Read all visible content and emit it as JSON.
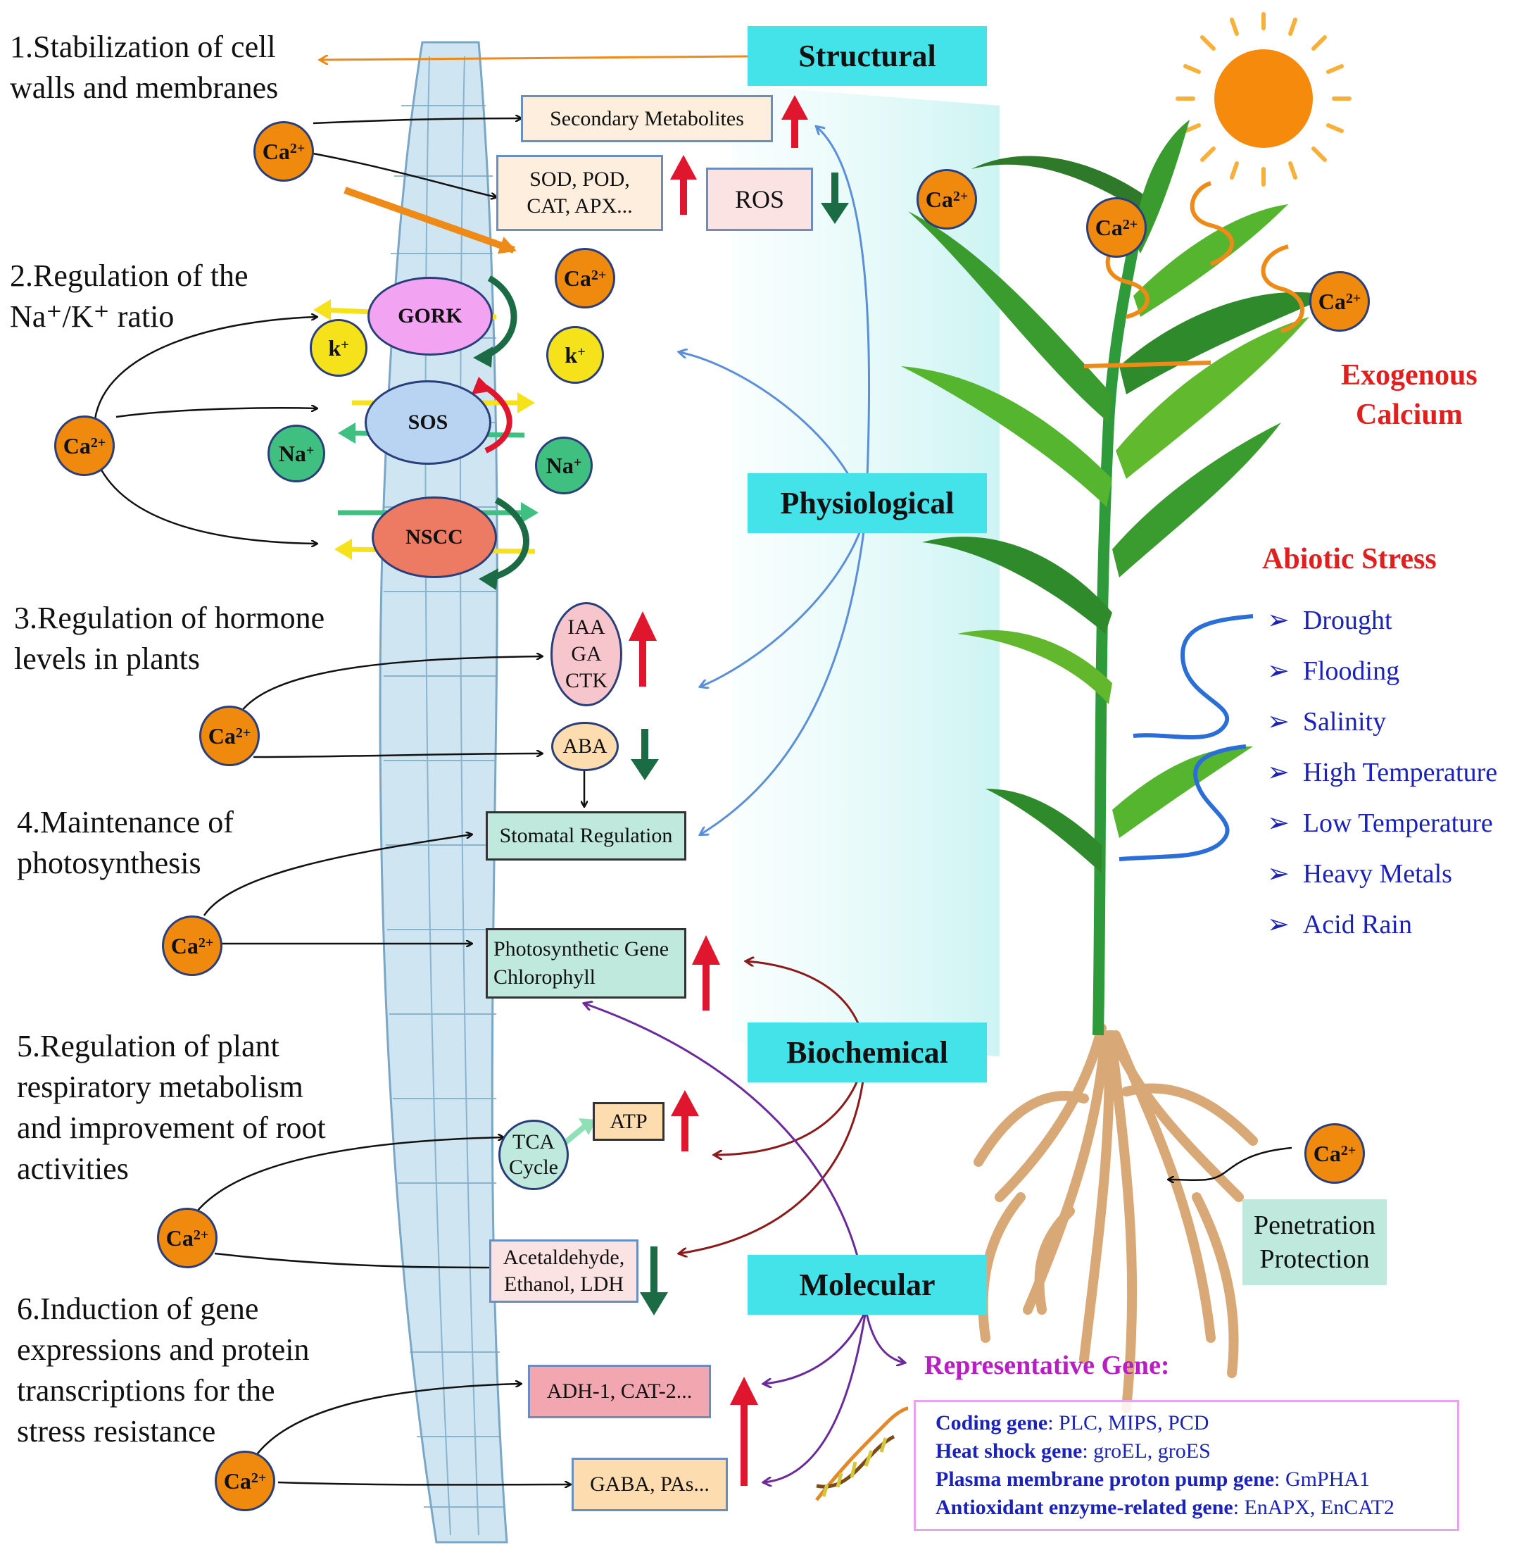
{
  "categories": {
    "structural": "Structural",
    "physiological": "Physiological",
    "biochemical": "Biochemical",
    "molecular": "Molecular"
  },
  "mechanisms": {
    "m1": [
      "1.Stabilization of cell",
      "walls and membranes"
    ],
    "m2": [
      "2.Regulation of the",
      "Na⁺/K⁺ ratio"
    ],
    "m3": [
      "3.Regulation of hormone",
      "levels in plants"
    ],
    "m4": [
      "4.Maintenance of",
      "photosynthesis"
    ],
    "m5": [
      "5.Regulation of plant",
      "respiratory metabolism",
      "and improvement of root",
      "activities"
    ],
    "m6": [
      "6.Induction of gene",
      "expressions and protein",
      "transcriptions for the",
      "stress resistance"
    ]
  },
  "boxes": {
    "secondary_metabolites": "Secondary Metabolites",
    "antioxidants": [
      "SOD, POD,",
      "CAT, APX..."
    ],
    "ros": "ROS",
    "hormones": [
      "IAA",
      "GA",
      "CTK"
    ],
    "aba": "ABA",
    "stomatal": "Stomatal Regulation",
    "photosynthetic": [
      "Photosynthetic Gene",
      "Chlorophyll"
    ],
    "tca": [
      "TCA",
      "Cycle"
    ],
    "atp": "ATP",
    "anaerobic": [
      "Acetaldehyde,",
      "Ethanol, LDH"
    ],
    "adh": "ADH-1, CAT-2...",
    "gaba": "GABA, PAs..."
  },
  "channels": {
    "gork": "GORK",
    "sos": "SOS",
    "nscc": "NSCC"
  },
  "ions": {
    "ca": "Ca",
    "ca_charge": "2+",
    "k": "k",
    "k_charge": "+",
    "na": "Na",
    "na_charge": "+"
  },
  "exogenous": [
    "Exogenous",
    "Calcium"
  ],
  "abiotic": {
    "title": "Abiotic Stress",
    "items": [
      "Drought",
      "Flooding",
      "Salinity",
      "High Temperature",
      "Low Temperature",
      "Heavy Metals",
      "Acid Rain"
    ]
  },
  "penetration": [
    "Penetration",
    "Protection"
  ],
  "genes": {
    "title": "Representative Gene:",
    "rows": [
      {
        "label": "Coding gene",
        "value": ": PLC, MIPS, PCD"
      },
      {
        "label": "Heat shock gene",
        "value": ": groEL, groES"
      },
      {
        "label": "Plasma membrane proton pump gene",
        "value": ": GmPHA1"
      },
      {
        "label": "Antioxidant enzyme-related gene",
        "value": ": EnAPX, EnCAT2"
      }
    ]
  },
  "colors": {
    "category_box": "#44e3ea",
    "calcium": "#f08a0f",
    "up_arrow": "#e0152e",
    "down_arrow": "#1b6b45",
    "stress_text": "#1a22b8",
    "title_red": "#e01f1f",
    "gene_title": "#b81fc2"
  }
}
